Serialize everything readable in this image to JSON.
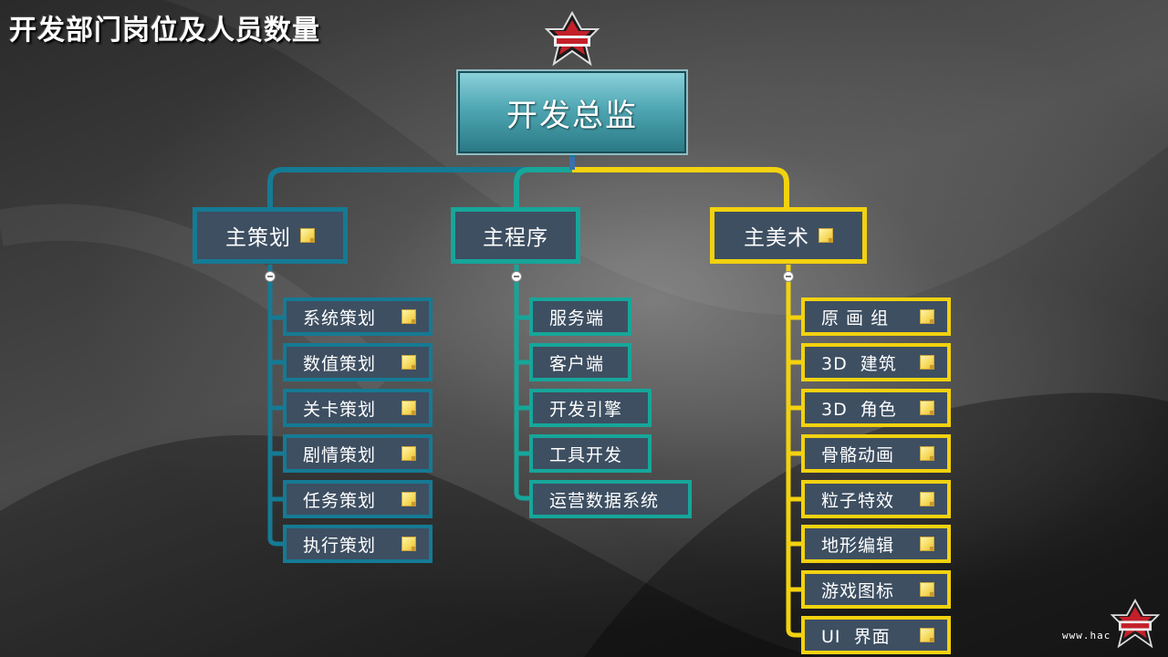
{
  "page": {
    "title": "开发部门岗位及人员数量"
  },
  "logo": {
    "top_icon": "star-emblem-logo",
    "bottom_icon": "star-emblem-logo"
  },
  "watermark": {
    "text": "www.hac"
  },
  "root": {
    "label": "开发总监"
  },
  "branches": [
    {
      "label": "主策划",
      "color": "#157a94",
      "has_note": true,
      "children": [
        "系统策划",
        "数值策划",
        "关卡策划",
        "剧情策划",
        "任务策划",
        "执行策划"
      ]
    },
    {
      "label": "主程序",
      "color": "#16a69a",
      "has_note": false,
      "children": [
        "服务端",
        "客户端",
        "开发引擎",
        "工具开发",
        "运营数据系统"
      ]
    },
    {
      "label": "主美术",
      "color": "#f2d20f",
      "has_note": true,
      "children": [
        "原 画 组",
        "3D  建筑",
        "3D  角色",
        "骨骼动画",
        "粒子特效",
        "地形编辑",
        "游戏图标",
        "UI  界面"
      ]
    }
  ],
  "colors": {
    "planning": "#157a94",
    "programming": "#16a69a",
    "art": "#f2d20f",
    "node_fill": "#3e4f62"
  }
}
